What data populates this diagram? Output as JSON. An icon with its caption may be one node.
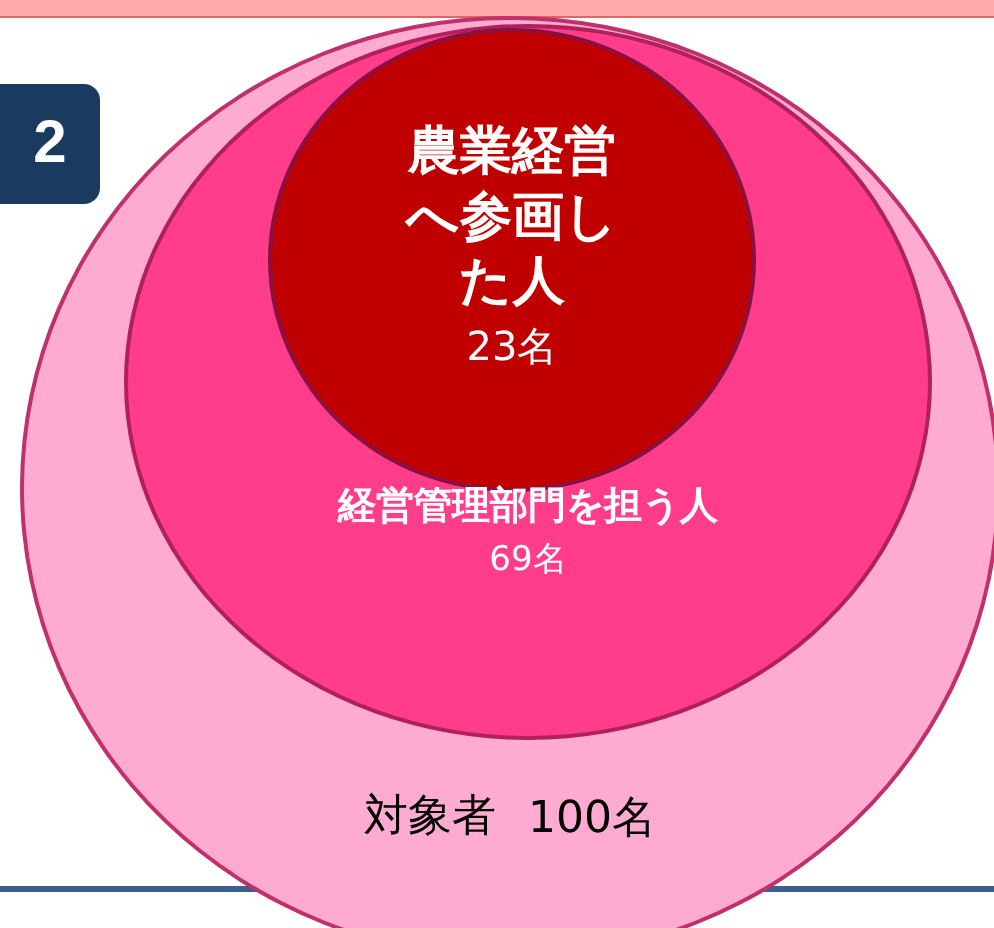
{
  "diagram": {
    "nodes": [
      {
        "text": [
          "対象者",
          "100名"
        ]
      },
      {
        "text": [
          "経営管理部門を担う人",
          "69名"
        ],
        "in": 0
      },
      {
        "text": [
          "農業経営へ参画した人",
          "23名"
        ],
        "in": 1
      }
    ],
    "labels": [
      "2"
    ]
  }
}
